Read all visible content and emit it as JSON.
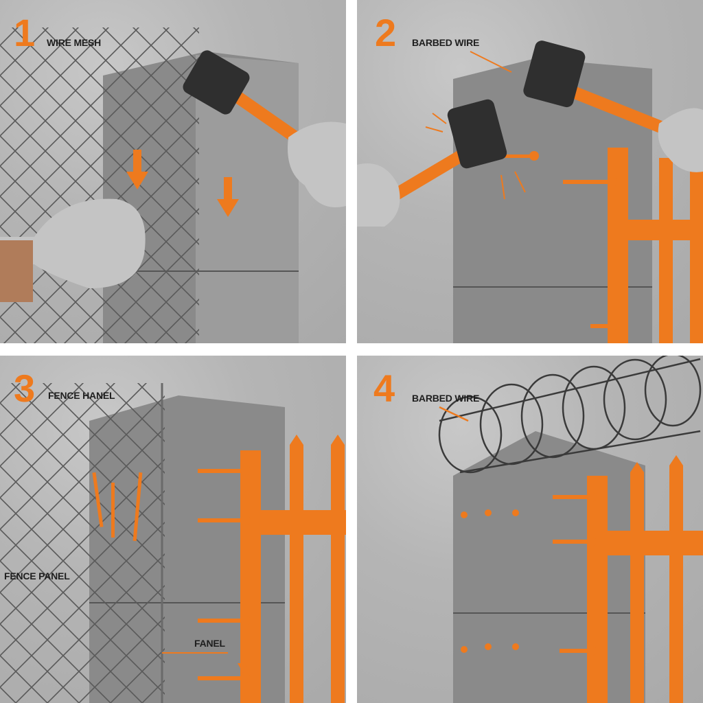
{
  "colors": {
    "accent": "#ee7a1e",
    "label": "#1e1e1e",
    "wall": "#b8b8b8",
    "block": "#8a8a8a",
    "block_dark": "#6f6f6f",
    "steel": "#3a3a3a",
    "glove": "#c4c4c4"
  },
  "panels": [
    {
      "step": "1",
      "labels": [
        {
          "text": "WIRE MESH"
        }
      ]
    },
    {
      "step": "2",
      "labels": [
        {
          "text": "BARBED WIRE"
        }
      ]
    },
    {
      "step": "3",
      "labels": [
        {
          "text": "FENCE HANEL"
        },
        {
          "text": "FENCE PANEL"
        },
        {
          "text": "FANEL"
        }
      ]
    },
    {
      "step": "4",
      "labels": [
        {
          "text": "BARBED WIRE"
        }
      ]
    }
  ]
}
